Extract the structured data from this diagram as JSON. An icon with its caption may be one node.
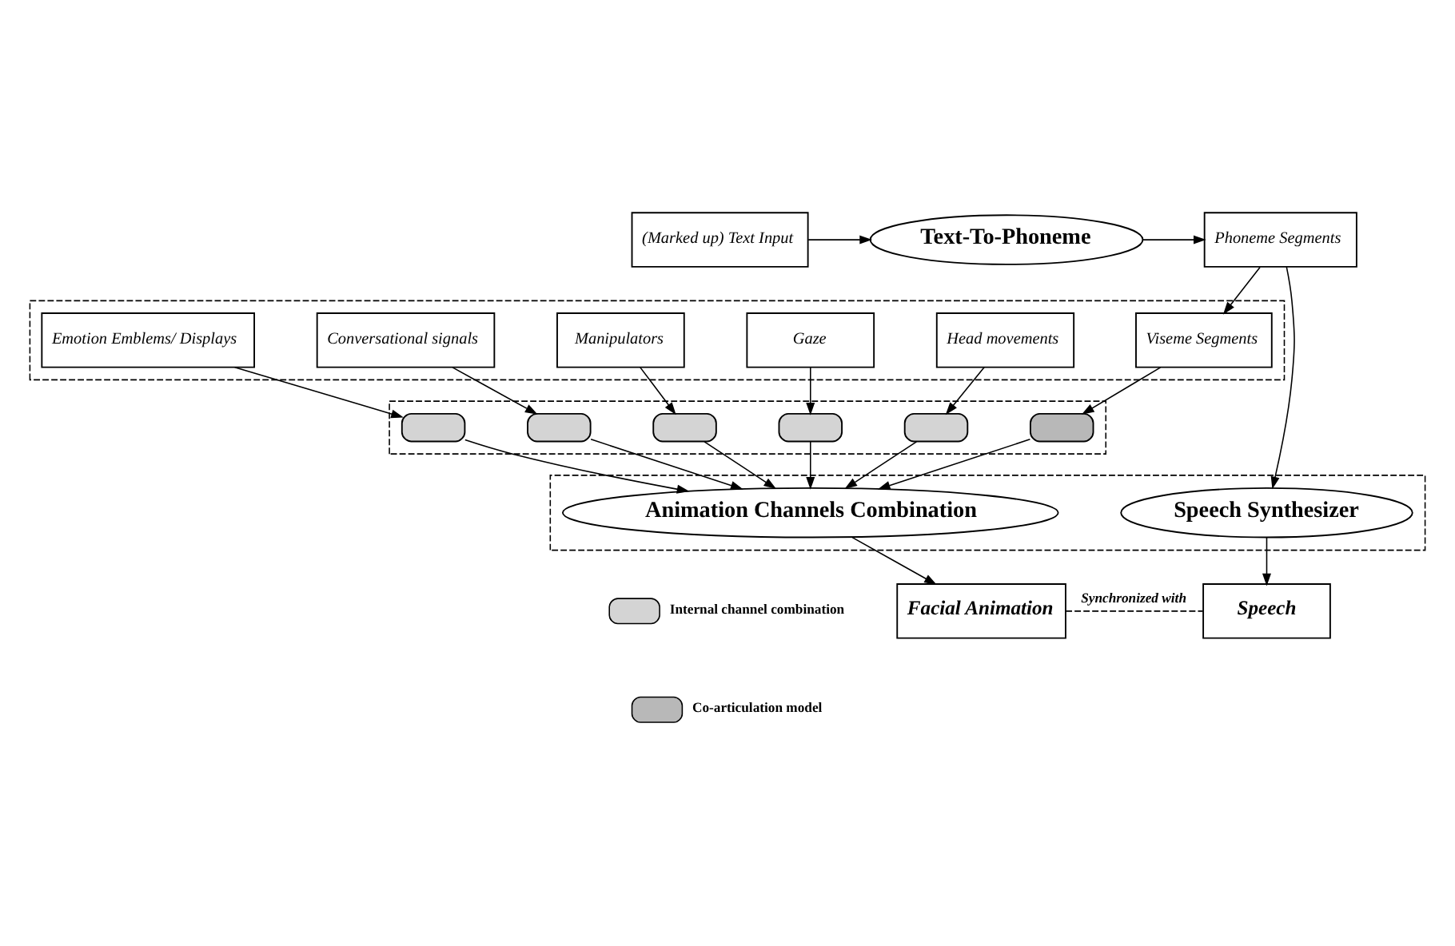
{
  "diagram": {
    "nodes": [
      {
        "text": [
          "(Marked up) Text Input"
        ]
      },
      {
        "text": [
          "Text-To-Phoneme"
        ]
      },
      {
        "text": [
          "Phoneme Segments"
        ]
      },
      {
        "text": [],
        "shape": "box"
      },
      {
        "text": [
          "Emotion Emblems/ Displays"
        ],
        "in": 3
      },
      {
        "text": [
          "Conversational signals"
        ],
        "in": 3
      },
      {
        "text": [
          "Manipulators"
        ],
        "in": 3
      },
      {
        "text": [
          "Gaze"
        ],
        "in": 3
      },
      {
        "text": [
          "Head movements"
        ],
        "in": 3
      },
      {
        "text": [
          "Viseme Segments"
        ],
        "in": 3
      },
      {
        "text": [],
        "shape": "box"
      },
      {
        "text": [],
        "shape": "box",
        "in": 10
      },
      {
        "text": [],
        "shape": "box",
        "in": 10
      },
      {
        "text": [],
        "shape": "box",
        "in": 10
      },
      {
        "text": [],
        "shape": "box",
        "in": 10
      },
      {
        "text": [],
        "shape": "box",
        "in": 10
      },
      {
        "text": [],
        "shape": "box",
        "in": 10
      },
      {
        "text": [],
        "shape": "box"
      },
      {
        "text": [
          "Animation Channels Combination"
        ],
        "in": 17
      },
      {
        "text": [
          "Speech Synthesizer"
        ],
        "in": 17
      },
      {
        "text": [
          "Facial Animation"
        ]
      },
      {
        "text": [
          "Speech"
        ]
      }
    ],
    "edges": [
      {
        "from": 0,
        "to": 1,
        "arrow": "to"
      },
      {
        "from": 1,
        "to": 2,
        "arrow": "to"
      },
      {
        "from": 2,
        "to": 9,
        "arrow": "to"
      },
      {
        "from": 2,
        "to": 19,
        "arrow": "to"
      },
      {
        "from": 4,
        "to": 11,
        "arrow": "to"
      },
      {
        "from": 5,
        "to": 12,
        "arrow": "to"
      },
      {
        "from": 6,
        "to": 13,
        "arrow": "to"
      },
      {
        "from": 7,
        "to": 14,
        "arrow": "to"
      },
      {
        "from": 8,
        "to": 15,
        "arrow": "to"
      },
      {
        "from": 9,
        "to": 16,
        "arrow": "to"
      },
      {
        "from": 11,
        "to": 18,
        "arrow": "to"
      },
      {
        "from": 12,
        "to": 18,
        "arrow": "to"
      },
      {
        "from": 13,
        "to": 18,
        "arrow": "to"
      },
      {
        "from": 14,
        "to": 18,
        "arrow": "to"
      },
      {
        "from": 15,
        "to": 18,
        "arrow": "to"
      },
      {
        "from": 16,
        "to": 18,
        "arrow": "to"
      },
      {
        "from": 18,
        "to": 20,
        "arrow": "to"
      },
      {
        "from": 19,
        "to": 21,
        "arrow": "to"
      },
      {
        "from": 20,
        "to": 21,
        "arrow": "none",
        "style": "dashed",
        "label": "Synchronized with"
      }
    ],
    "legend": [
      {
        "text": "Internal channel combination"
      },
      {
        "text": "Co-articulation model"
      }
    ]
  }
}
